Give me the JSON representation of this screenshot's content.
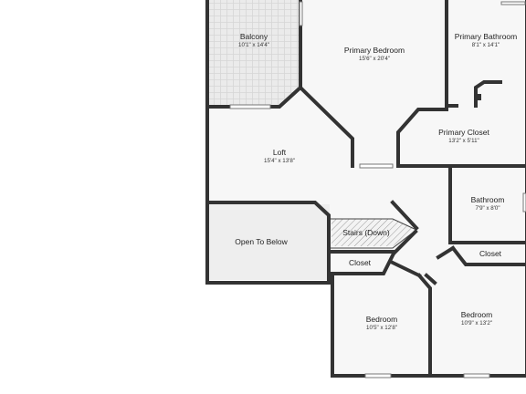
{
  "rooms": {
    "balcony": {
      "name": "Balcony",
      "dims": "10'1\" x 14'4\""
    },
    "primary_bedroom": {
      "name": "Primary Bedroom",
      "dims": "15'6\" x 20'4\""
    },
    "primary_bathroom": {
      "name": "Primary Bathroom",
      "dims": "8'1\" x 14'1\""
    },
    "primary_closet": {
      "name": "Primary Closet",
      "dims": "13'2\" x 5'11\""
    },
    "loft": {
      "name": "Loft",
      "dims": "15'4\" x 13'8\""
    },
    "bathroom": {
      "name": "Bathroom",
      "dims": "7'9\" x 8'0\""
    },
    "open_to_below": {
      "name": "Open To Below"
    },
    "stairs": {
      "name": "Stairs (Down)"
    },
    "closet_right": {
      "name": "Closet"
    },
    "closet_left": {
      "name": "Closet"
    },
    "bedroom_left": {
      "name": "Bedroom",
      "dims": "10'5\" x 12'8\""
    },
    "bedroom_right": {
      "name": "Bedroom",
      "dims": "10'9\" x 13'2\""
    }
  },
  "colors": {
    "floor": "#f7f7f7",
    "wall": "#333333",
    "open_to_below": "#eeeeee",
    "balcony_tile": "#e6e6e6"
  }
}
